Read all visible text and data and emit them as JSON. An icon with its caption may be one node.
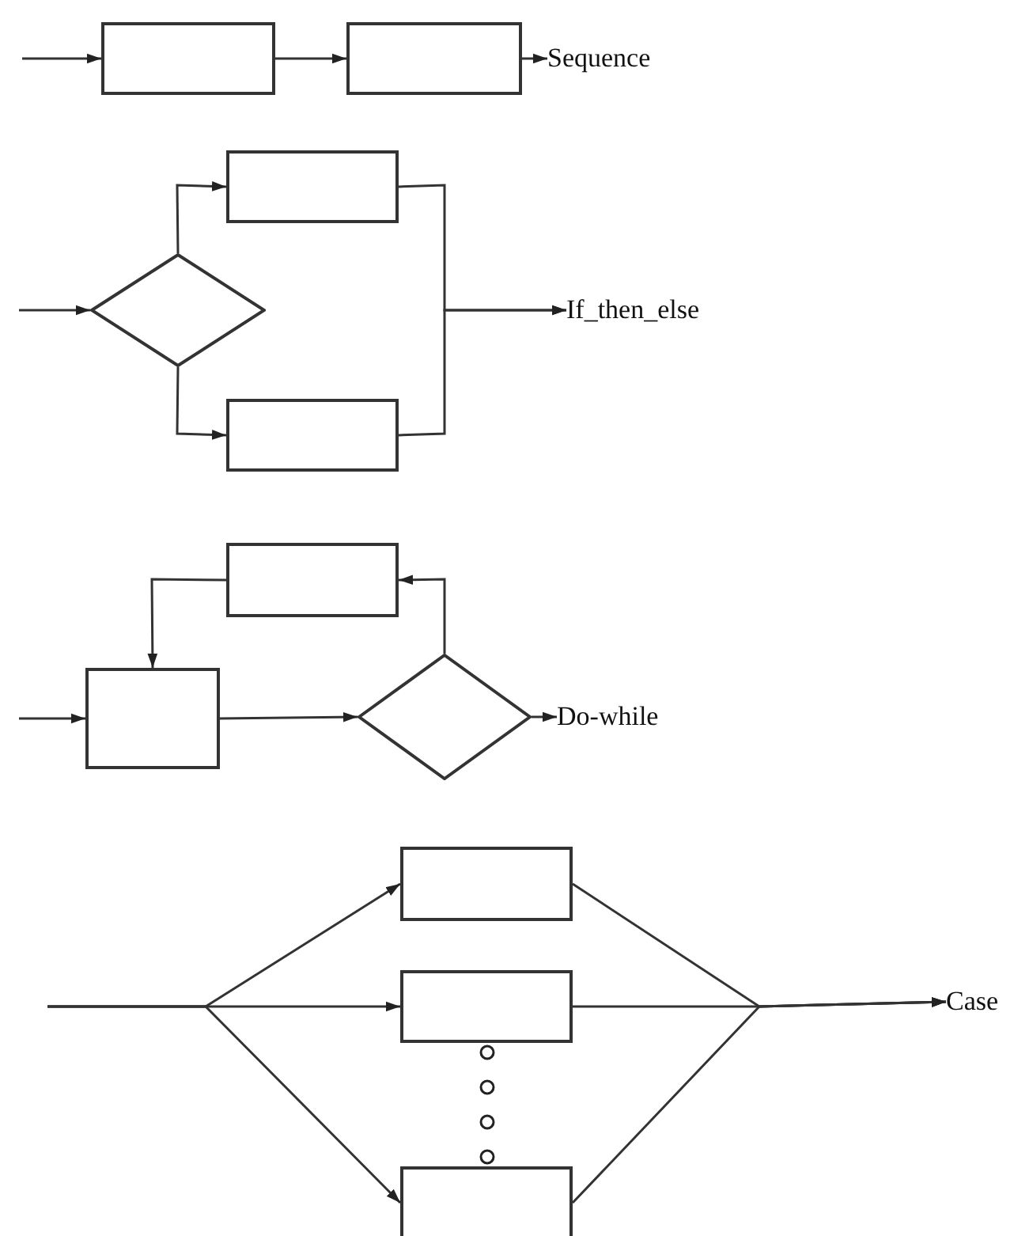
{
  "diagram": {
    "nodes": [
      {
        "text": [],
        "shape": "box"
      },
      {
        "text": [],
        "shape": "box"
      },
      {
        "text": [
          "Sequence"
        ]
      },
      {
        "text": [],
        "shape": "diamond"
      },
      {
        "text": [],
        "shape": "box"
      },
      {
        "text": [],
        "shape": "box"
      },
      {
        "text": [
          "If_then_else"
        ]
      },
      {
        "text": [],
        "shape": "box"
      },
      {
        "text": [],
        "shape": "box"
      },
      {
        "text": [],
        "shape": "diamond"
      },
      {
        "text": [
          "Do-while"
        ]
      },
      {
        "text": [],
        "shape": "box"
      },
      {
        "text": [],
        "shape": "box"
      },
      {
        "text": [],
        "shape": "box"
      },
      {
        "text": [
          "Case"
        ]
      }
    ],
    "edges": [
      {
        "from": null,
        "to": 0,
        "arrow": "to"
      },
      {
        "from": 0,
        "to": 1,
        "arrow": "to"
      },
      {
        "from": 1,
        "to": 2,
        "arrow": "to"
      },
      {
        "from": null,
        "to": 3,
        "arrow": "to"
      },
      {
        "from": 3,
        "to": 4,
        "arrow": "to"
      },
      {
        "from": 3,
        "to": 5,
        "arrow": "to"
      },
      {
        "from": 4,
        "to": 6,
        "arrow": "to"
      },
      {
        "from": 5,
        "to": 6,
        "arrow": "to"
      },
      {
        "from": null,
        "to": 7,
        "arrow": "to"
      },
      {
        "from": 7,
        "to": 9,
        "arrow": "to"
      },
      {
        "from": 9,
        "to": 8,
        "arrow": "to"
      },
      {
        "from": 8,
        "to": 7,
        "arrow": "to"
      },
      {
        "from": 9,
        "to": 10,
        "arrow": "to"
      },
      {
        "from": null,
        "to": 11,
        "arrow": "to"
      },
      {
        "from": null,
        "to": 12,
        "arrow": "to"
      },
      {
        "from": null,
        "to": 13,
        "arrow": "to"
      },
      {
        "from": 11,
        "to": 14,
        "arrow": "to"
      },
      {
        "from": 12,
        "to": 14,
        "arrow": "to"
      },
      {
        "from": 13,
        "to": 14,
        "arrow": "to"
      }
    ]
  }
}
